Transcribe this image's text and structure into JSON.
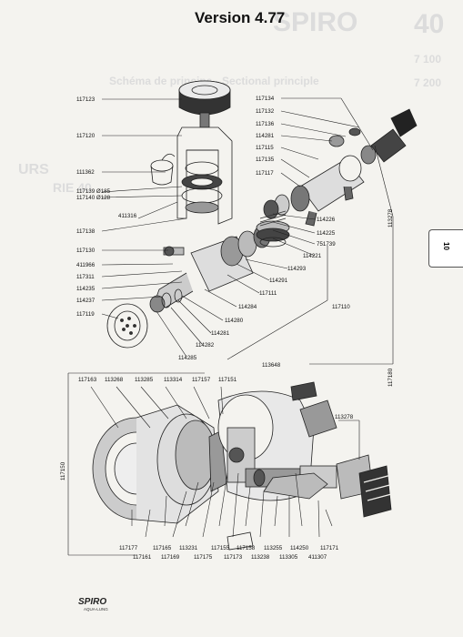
{
  "header": {
    "title": "Version 4.77",
    "ghost_brand": "SPIRO",
    "ghost_right": "40",
    "ghost_sub": "Schéma de principe - Sectional principle",
    "ghost_models": [
      "7 100",
      "7 200"
    ],
    "ghost_recharge": "URS",
    "ghost_series": "RIE 40"
  },
  "section_tab": "10",
  "logo": {
    "brand": "SPIRO",
    "sub": "AQUA-LUNG"
  },
  "part_labels": {
    "l117123": "117123",
    "l117120": "117120",
    "l111362": "111362",
    "l117139": "117139 Ø185",
    "l117140": "117140 Ø128",
    "l411316": "411316",
    "l117138": "117138",
    "l117130": "117130",
    "l411966": "411966",
    "l117311": "117311",
    "l114235": "114235",
    "l114237": "114237",
    "l117119": "117119",
    "l117134": "117134",
    "l117132": "117132",
    "l117136": "117136",
    "l114281a": "114281",
    "l117115": "117115",
    "l117135": "117135",
    "l117117": "117117",
    "l114226": "114226",
    "l114225": "114225",
    "l751739": "751739",
    "l114221": "114221",
    "l114293": "114293",
    "l114291": "114291",
    "l117111": "117111",
    "l114284": "114284",
    "l114280": "114280",
    "l114281b": "114281",
    "l114282": "114282",
    "l114285": "114285",
    "l117110": "117110",
    "l113648": "113648",
    "l113278a": "113278",
    "l117180": "117180",
    "l113278b": "113278",
    "l117150": "117150",
    "l117163": "117163",
    "l113268": "113268",
    "l113285": "113285",
    "l113314": "113314",
    "l117157": "117157",
    "l117151": "117151",
    "l117177": "117177",
    "l117161": "117161",
    "l117165": "117165",
    "l117169": "117169",
    "l113231": "113231",
    "l117175": "117175",
    "l117155": "117155",
    "l117173": "117173",
    "l117158": "117158",
    "l113238": "113238",
    "l113255": "113255",
    "l113305": "113305",
    "l114250": "114250",
    "l411307": "411307",
    "l117171": "117171"
  }
}
